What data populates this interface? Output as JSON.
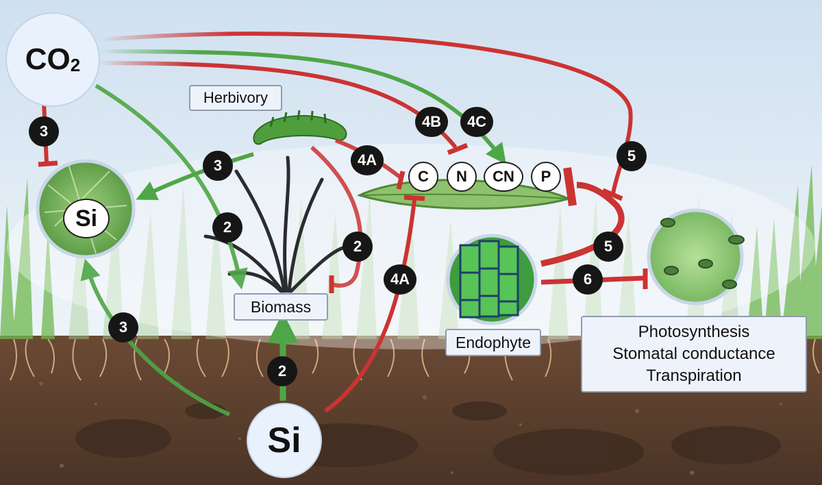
{
  "nodes": {
    "co2": {
      "main": "CO",
      "sub": "2"
    },
    "si_soil": "Si",
    "si_leaf": "Si",
    "herbivory": "Herbivory",
    "biomass": "Biomass",
    "endophyte": "Endophyte",
    "stomatal_box": [
      "Photosynthesis",
      "Stomatal conductance",
      "Transpiration"
    ],
    "nutrients": [
      "C",
      "N",
      "CN",
      "P"
    ]
  },
  "badges": {
    "co2_si": "3",
    "herbivory_si": "3",
    "soil_si_leaf_si": "3",
    "co2_biomass": "2",
    "herbivory_biomass": "2",
    "soil_si_biomass": "2",
    "herbivory_nutrients": "4A",
    "soil_si_nutrients": "4A",
    "co2_nutrients_b": "4B",
    "co2_nutrients_c": "4C",
    "co2_p": "5",
    "endophyte_stomata": "5",
    "endophyte_stomata_6": "6"
  },
  "colors": {
    "sky": "#dce9f5",
    "soil": "#5a4030",
    "promote": "#4fa646",
    "inhibit": "#cc3333",
    "badge": "#161616",
    "label_bg": "#eef3fb"
  }
}
